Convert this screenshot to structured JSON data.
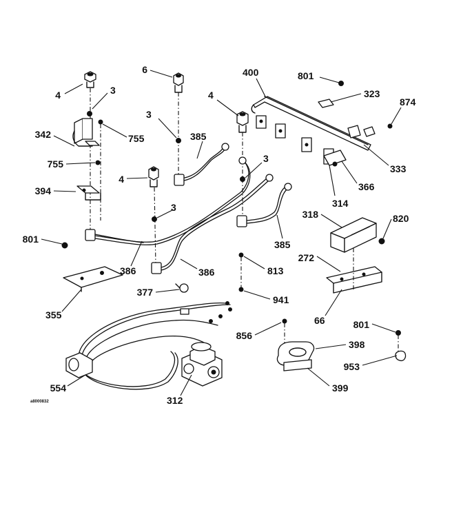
{
  "diagram": {
    "drawing_code": "a8000832",
    "callouts": {
      "c4a": "4",
      "c3a": "3",
      "c6": "6",
      "c400": "400",
      "c801a": "801",
      "c323": "323",
      "c874": "874",
      "c342": "342",
      "c755a": "755",
      "c3b": "3",
      "c4b": "4",
      "c385a": "385",
      "c755b": "755",
      "c3c": "3",
      "c333": "333",
      "c366": "366",
      "c394": "394",
      "c4c": "4",
      "c314": "314",
      "c3d": "3",
      "c318": "318",
      "c820": "820",
      "c801b": "801",
      "c385b": "385",
      "c386a": "386",
      "c386b": "386",
      "c813": "813",
      "c272": "272",
      "c377": "377",
      "c941": "941",
      "c355": "355",
      "c66": "66",
      "c801c": "801",
      "c856": "856",
      "c398": "398",
      "c953": "953",
      "c554": "554",
      "c399": "399",
      "c312": "312"
    }
  }
}
